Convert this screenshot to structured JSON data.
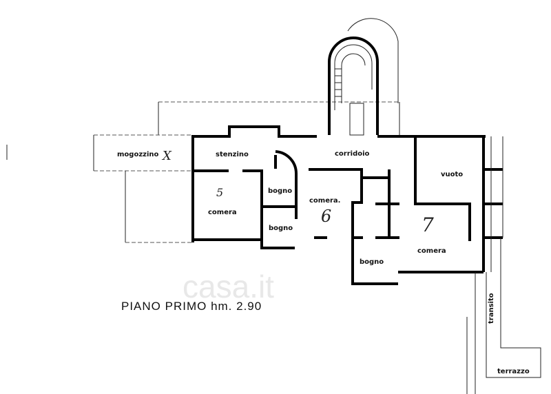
{
  "title": "PIANO PRIMO hm. 2.90",
  "watermark": "casa.it",
  "rooms": {
    "magazzino": "mogozzino",
    "stanzino": "stenzino",
    "corridoio": "corridoio",
    "bagno_1": "bogno",
    "bagno_2": "bogno",
    "bagno_3": "bogno",
    "camera_5": "comera",
    "camera_6": "comera.",
    "camera_7": "comera",
    "vuoto": "vuoto",
    "transito": "transito",
    "terrazzo": "terrazzo"
  },
  "handwritten": {
    "magazzino_mark": "X",
    "room_6": "6",
    "room_7": "7",
    "room_5": "5"
  }
}
